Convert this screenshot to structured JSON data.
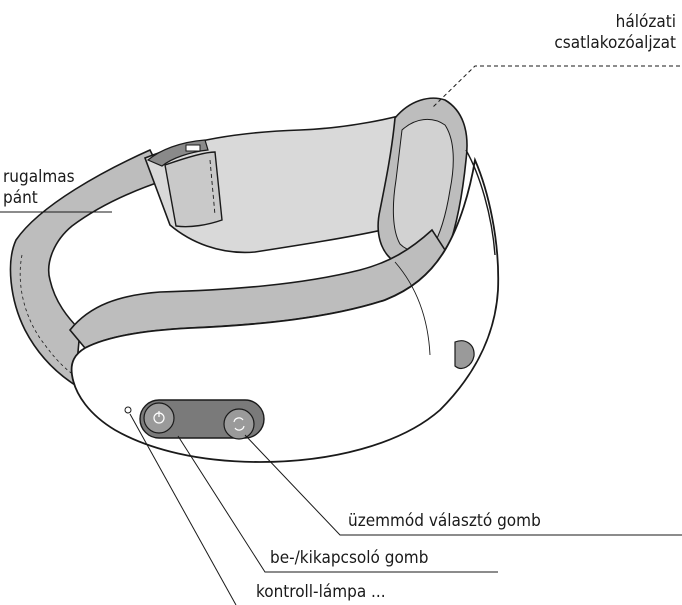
{
  "labels": {
    "network_socket": {
      "line1": "hálózati",
      "line2": "csatlakozóaljzat"
    },
    "elastic_strap": {
      "line1": "rugalmas",
      "line2": "pánt"
    },
    "mode_button": "üzemmód választó gomb",
    "power_button": "be-/kikapcsoló gomb",
    "control_lamp": "kontroll-lámpa ..."
  },
  "icons": {
    "power": "power-icon",
    "mode": "cycle-mode-icon"
  },
  "colors": {
    "strap_fill": "#bdbdbd",
    "strap_light": "#d9d9d9",
    "body_fill": "#ffffff",
    "button_panel": "#7a7a7a",
    "button_fill": "#9a9a9a",
    "stroke": "#1a1a1a"
  }
}
